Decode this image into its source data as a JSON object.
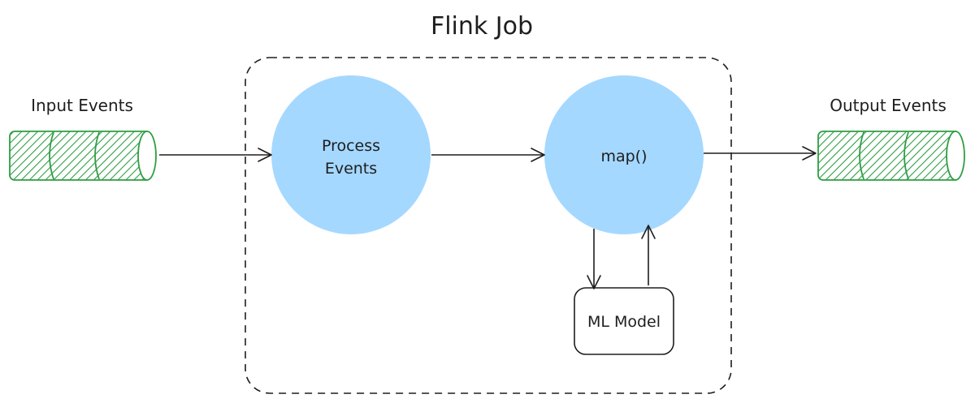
{
  "title": "Flink Job",
  "input_label": "Input Events",
  "output_label": "Output Events",
  "process_label_line1": "Process",
  "process_label_line2": "Events",
  "map_label": "map()",
  "model_label": "ML Model",
  "colors": {
    "circle_fill": "#a5d8ff",
    "queue_stroke": "#2f9e44",
    "queue_hatch": "#2f9e44",
    "line": "#1e1e1e"
  }
}
